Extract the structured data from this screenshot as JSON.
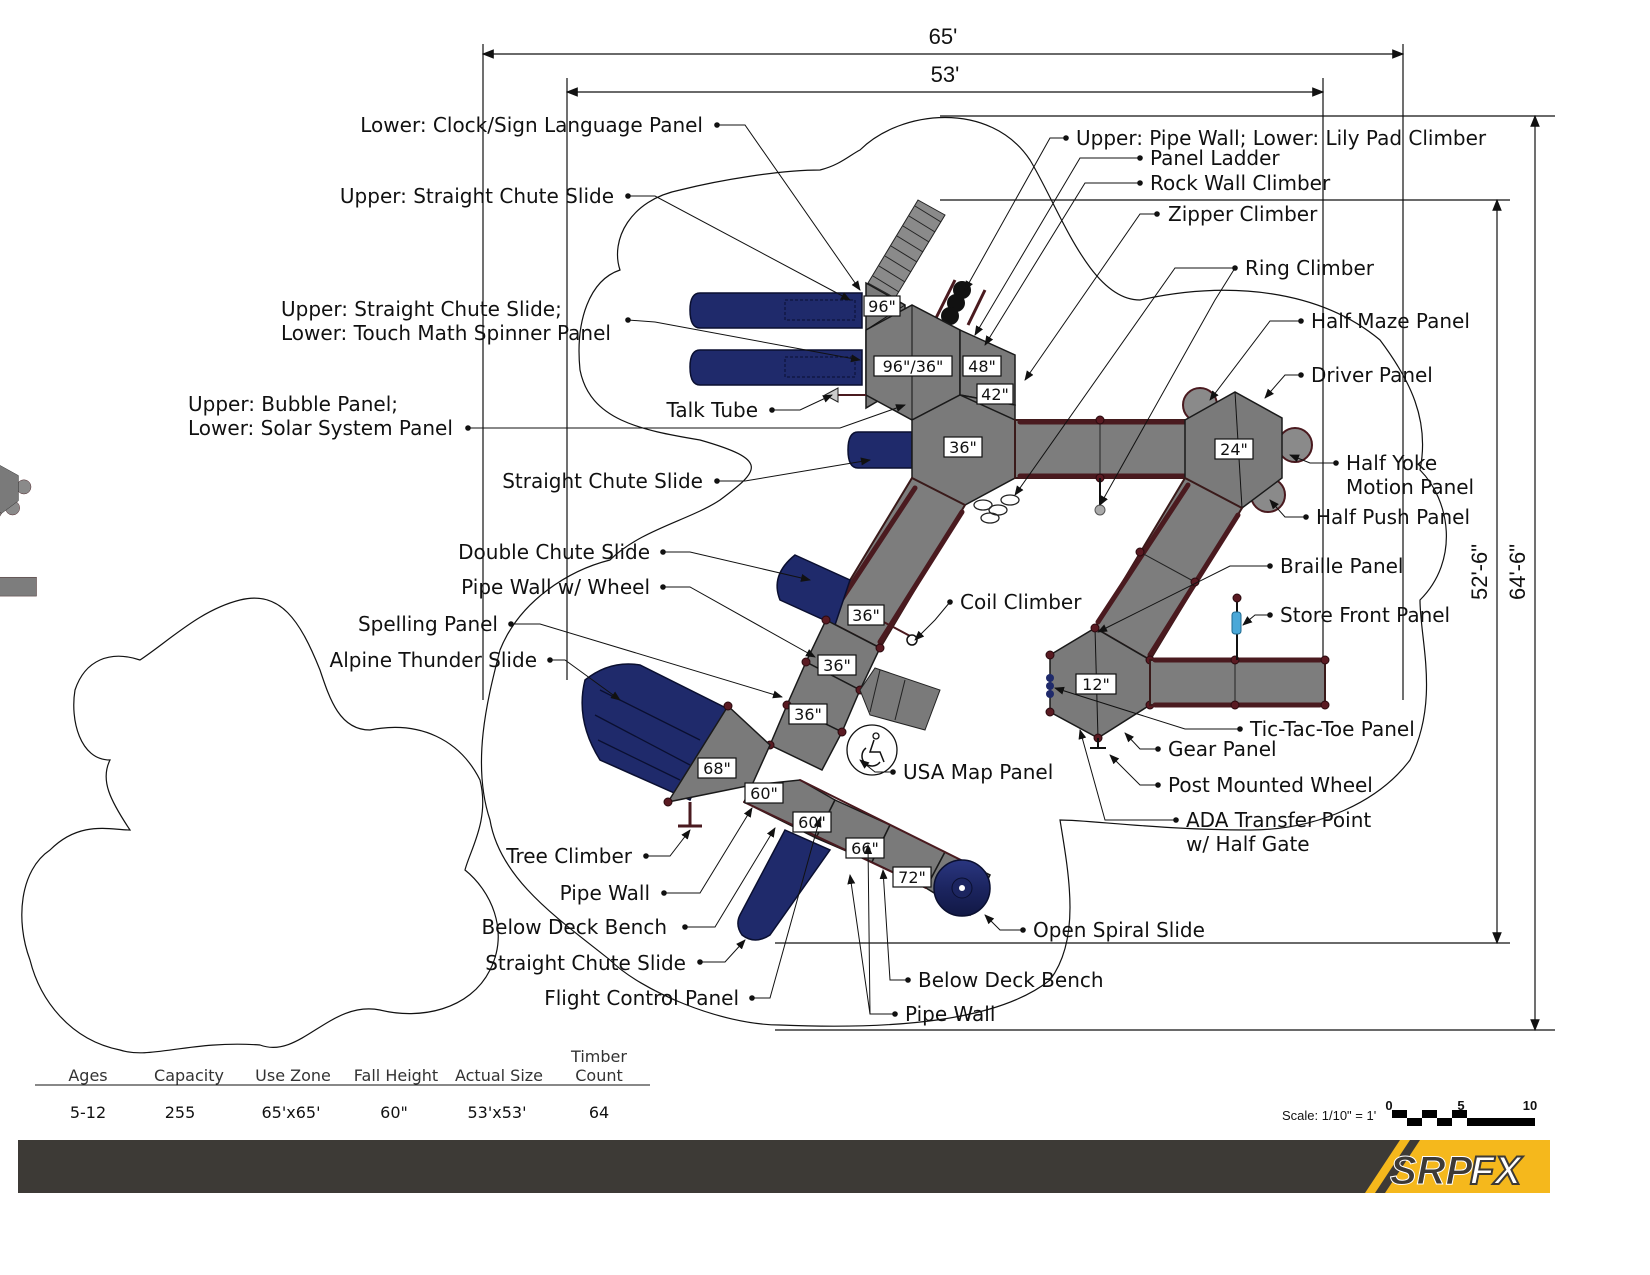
{
  "dimensions": {
    "use_zone_width": "65'",
    "actual_width": "53'",
    "actual_depth": "52'-6\"",
    "use_zone_depth": "64'-6\""
  },
  "callouts": {
    "left": [
      {
        "id": "clock-sign-language",
        "text": "Lower: Clock/Sign Language Panel"
      },
      {
        "id": "upper-straight-chute-1",
        "text": "Upper: Straight Chute Slide"
      },
      {
        "id": "upper-straight-chute-2-l1",
        "text": "Upper: Straight Chute Slide;"
      },
      {
        "id": "upper-straight-chute-2-l2",
        "text": "Lower: Touch Math Spinner Panel"
      },
      {
        "id": "bubble-l1",
        "text": "Upper: Bubble Panel;"
      },
      {
        "id": "bubble-l2",
        "text": "Lower: Solar System Panel"
      },
      {
        "id": "talk-tube",
        "text": "Talk Tube"
      },
      {
        "id": "straight-chute",
        "text": "Straight Chute Slide"
      },
      {
        "id": "double-chute",
        "text": "Double Chute Slide"
      },
      {
        "id": "pipe-wall-wheel",
        "text": "Pipe Wall w/ Wheel"
      },
      {
        "id": "spelling-panel",
        "text": "Spelling Panel"
      },
      {
        "id": "alpine-thunder",
        "text": "Alpine Thunder Slide"
      },
      {
        "id": "tree-climber",
        "text": "Tree Climber"
      },
      {
        "id": "pipe-wall-left",
        "text": "Pipe Wall"
      },
      {
        "id": "below-deck-bench-left",
        "text": "Below Deck Bench"
      },
      {
        "id": "straight-chute-lower",
        "text": "Straight Chute Slide"
      },
      {
        "id": "flight-control",
        "text": "Flight Control Panel"
      }
    ],
    "right": [
      {
        "id": "pipe-wall-lily",
        "text": "Upper: Pipe Wall; Lower: Lily Pad Climber"
      },
      {
        "id": "panel-ladder",
        "text": "Panel Ladder"
      },
      {
        "id": "rock-wall",
        "text": "Rock Wall Climber"
      },
      {
        "id": "zipper-climber",
        "text": "Zipper Climber"
      },
      {
        "id": "ring-climber",
        "text": "Ring Climber"
      },
      {
        "id": "half-maze",
        "text": "Half Maze Panel"
      },
      {
        "id": "driver-panel",
        "text": "Driver Panel"
      },
      {
        "id": "half-yoke-l1",
        "text": "Half Yoke"
      },
      {
        "id": "half-yoke-l2",
        "text": "Motion Panel"
      },
      {
        "id": "half-push",
        "text": "Half Push Panel"
      },
      {
        "id": "braille-panel",
        "text": "Braille Panel"
      },
      {
        "id": "coil-climber",
        "text": "Coil Climber"
      },
      {
        "id": "store-front",
        "text": "Store Front Panel"
      },
      {
        "id": "tic-tac-toe",
        "text": "Tic-Tac-Toe Panel"
      },
      {
        "id": "gear-panel",
        "text": "Gear Panel"
      },
      {
        "id": "usa-map",
        "text": "USA Map Panel"
      },
      {
        "id": "post-wheel",
        "text": "Post Mounted Wheel"
      },
      {
        "id": "ada-l1",
        "text": "ADA Transfer Point"
      },
      {
        "id": "ada-l2",
        "text": "w/ Half Gate"
      },
      {
        "id": "open-spiral",
        "text": "Open Spiral Slide"
      },
      {
        "id": "below-deck-bench-right",
        "text": "Below Deck Bench"
      },
      {
        "id": "pipe-wall-bottom",
        "text": "Pipe Wall"
      }
    ]
  },
  "deck_heights": {
    "d96": "96\"",
    "d96_36": "96\"/36\"",
    "d48": "48\"",
    "d42": "42\"",
    "d36_top": "36\"",
    "d24": "24\"",
    "d36_a": "36\"",
    "d36_b": "36\"",
    "d36_c": "36\"",
    "d12": "12\"",
    "d68": "68\"",
    "d60_a": "60\"",
    "d60_b": "60\"",
    "d66": "66\"",
    "d72": "72\""
  },
  "specs": {
    "headers": [
      "Ages",
      "Capacity",
      "Use Zone",
      "Fall Height",
      "Actual Size",
      "Timber",
      "Count"
    ],
    "values": [
      "5-12",
      "255",
      "65'x65'",
      "60\"",
      "53'x53'",
      "64"
    ]
  },
  "scale": {
    "label": "Scale: 1/10\" = 1'",
    "ticks": [
      "0",
      "5",
      "10"
    ]
  },
  "brand": {
    "logo_text_a": "SRP",
    "logo_text_b": "FX",
    "accent": "#f5b81c",
    "bar_color": "#3d3a36"
  }
}
